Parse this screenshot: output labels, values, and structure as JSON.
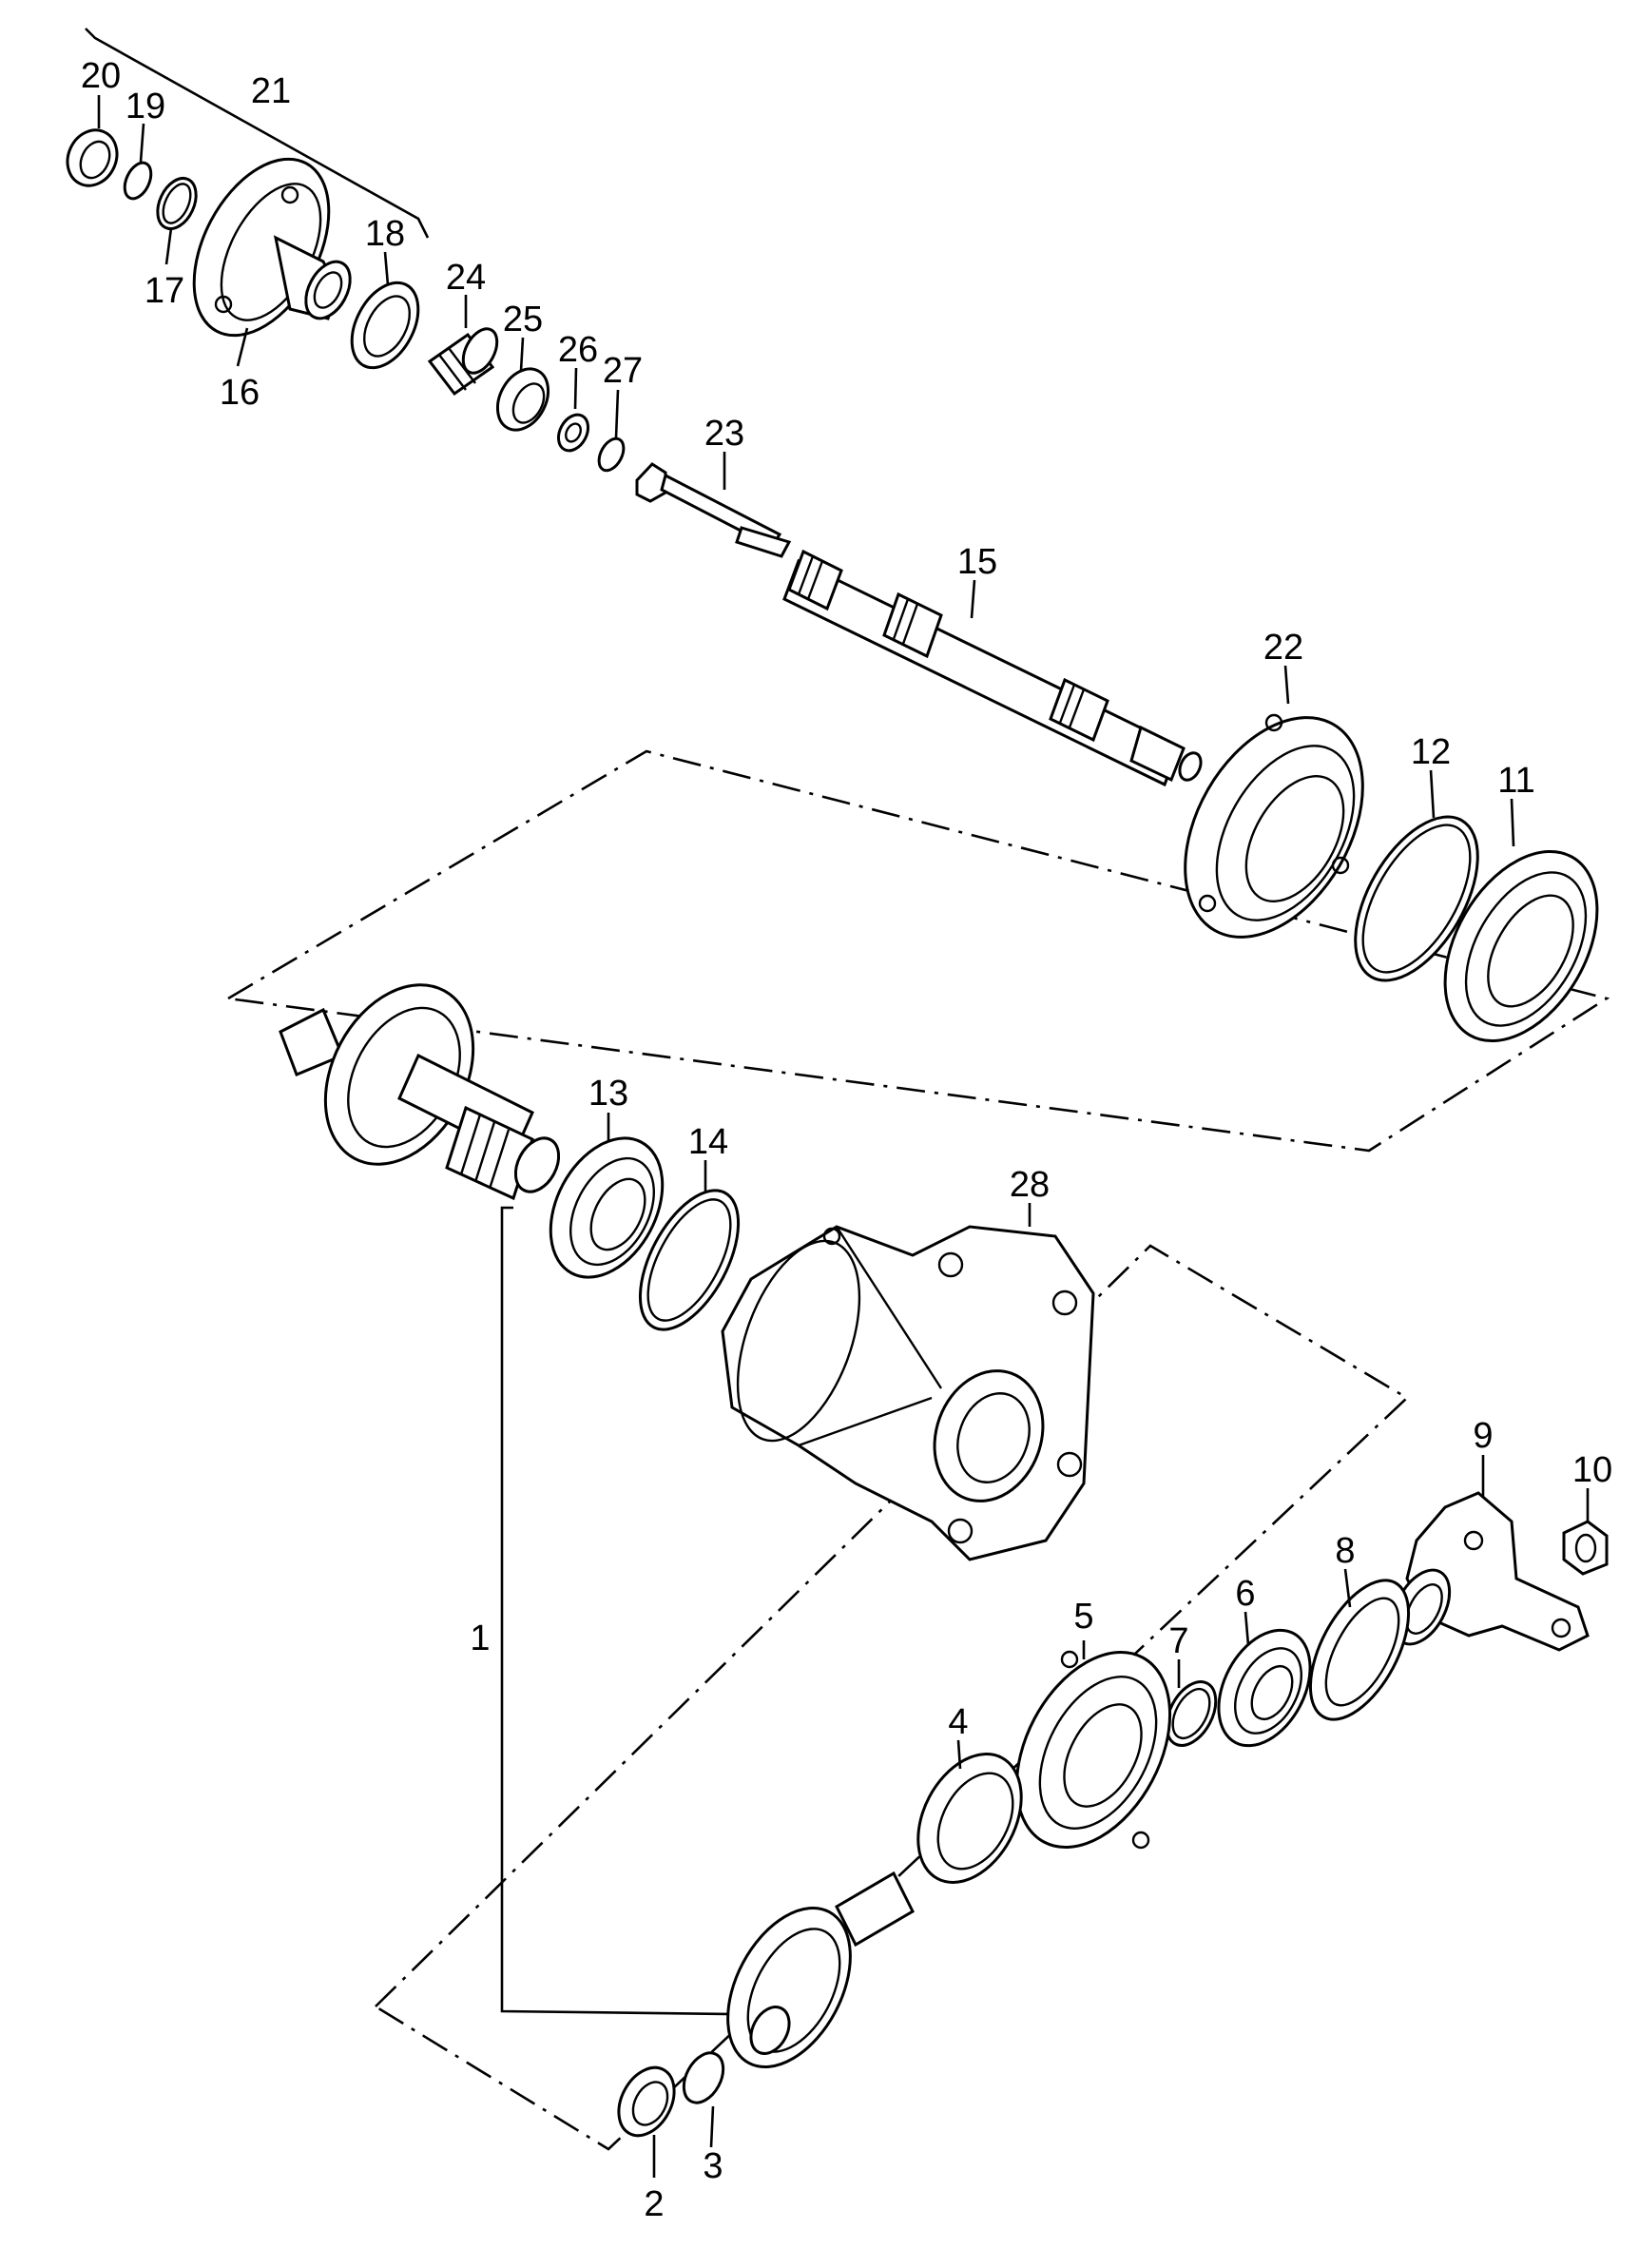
{
  "diagram": {
    "callouts": {
      "c1": "1",
      "c2": "2",
      "c3": "3",
      "c4": "4",
      "c5": "5",
      "c6": "6",
      "c7": "7",
      "c8": "8",
      "c9": "9",
      "c10": "10",
      "c11": "11",
      "c12": "12",
      "c13": "13",
      "c14": "14",
      "c15": "15",
      "c16": "16",
      "c17": "17",
      "c18": "18",
      "c19": "19",
      "c20": "20",
      "c21": "21",
      "c22": "22",
      "c23": "23",
      "c24": "24",
      "c25": "25",
      "c26": "26",
      "c27": "27",
      "c28": "28"
    }
  }
}
